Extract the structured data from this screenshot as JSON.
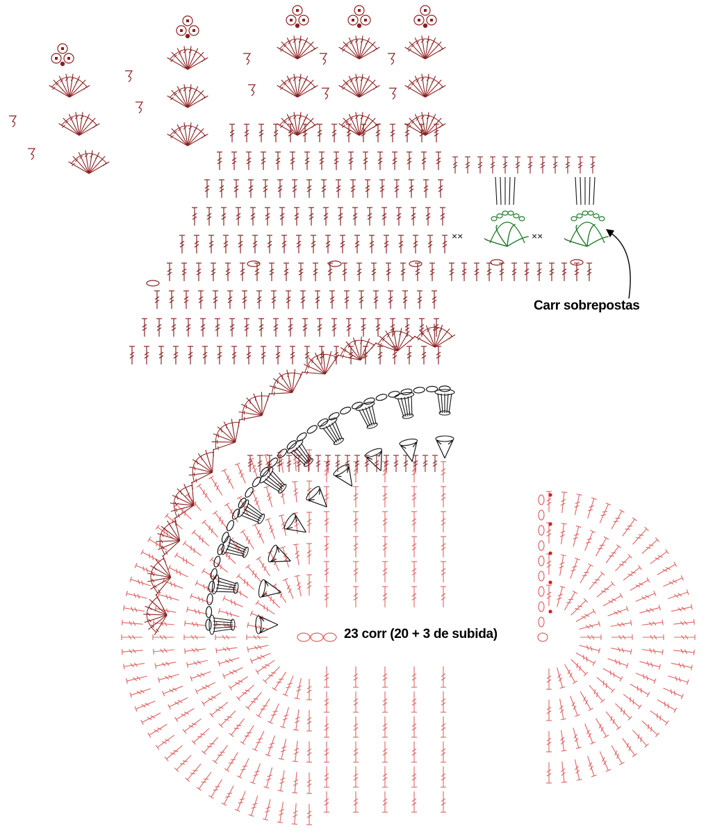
{
  "labels": {
    "chain_note": "23 corr (20 + 3 de subida)",
    "overlay_note": "Carr sobrepostas"
  },
  "colors": {
    "background": "#ffffff",
    "dark_red": "#8b2020",
    "light_red": "#e06060",
    "red_dot": "#d42020",
    "black": "#111111",
    "green": "#1f7a2a",
    "label_text": "#000000"
  },
  "icons": [
    "treble-stitch-symbol",
    "chain-oval-symbol",
    "single-crochet-x-symbol",
    "slip-stitch-dot-symbol",
    "picot-flower-symbol",
    "shell-fan-symbol",
    "arrow-icon"
  ]
}
